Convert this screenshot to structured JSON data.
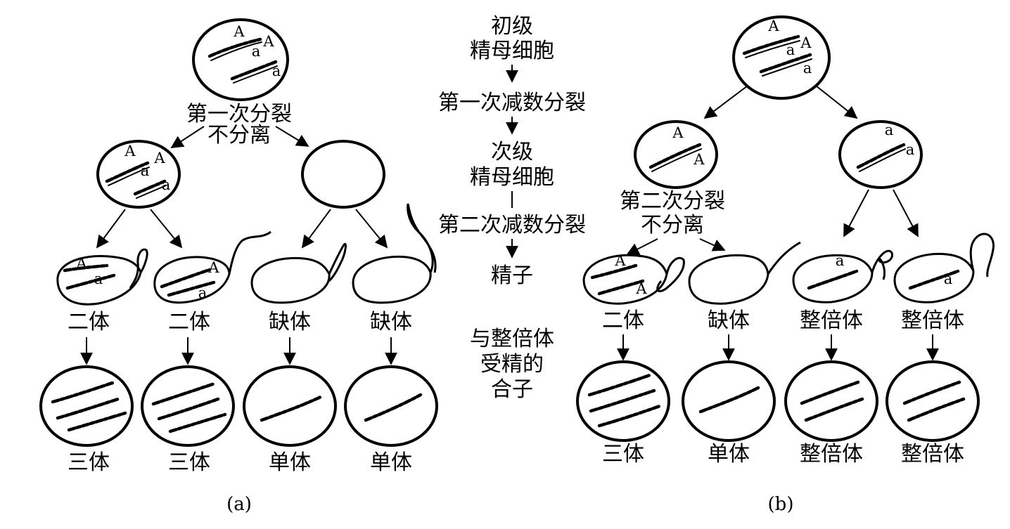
{
  "panel_a": {
    "label": "(a)",
    "primary_genes": [
      "A",
      "a",
      "A",
      "a"
    ],
    "division_note_line1": "第一次分裂",
    "division_note_line2": "不分离",
    "secondary_left_genes": [
      "A",
      "a",
      "A",
      "a"
    ],
    "sperm_genes": [
      [
        "A",
        "a"
      ],
      [
        "A",
        "a"
      ]
    ],
    "sperm_labels": [
      "二体",
      "二体",
      "缺体",
      "缺体"
    ],
    "zygote_labels": [
      "三体",
      "三体",
      "单体",
      "单体"
    ]
  },
  "center": {
    "stage1_line1": "初级",
    "stage1_line2": "精母细胞",
    "division1": "第一次减数分裂",
    "stage2_line1": "次级",
    "stage2_line2": "精母细胞",
    "division2": "第二次减数分裂",
    "stage3": "精子",
    "zygote_line1": "与整倍体",
    "zygote_line2": "受精的",
    "zygote_line3": "合子"
  },
  "panel_b": {
    "label": "(b)",
    "primary_genes": [
      "A",
      "a",
      "A",
      "a"
    ],
    "secondary_left_genes": [
      "A",
      "A"
    ],
    "secondary_right_genes": [
      "a",
      "a"
    ],
    "division_note_line1": "第二次分裂",
    "division_note_line2": "不分离",
    "sperm_genes": [
      [
        "A",
        "A"
      ],
      [],
      [
        "a"
      ],
      [
        "a"
      ]
    ],
    "sperm_labels": [
      "二体",
      "缺体",
      "整倍体",
      "整倍体"
    ],
    "zygote_labels": [
      "三体",
      "单体",
      "整倍体",
      "整倍体"
    ]
  }
}
